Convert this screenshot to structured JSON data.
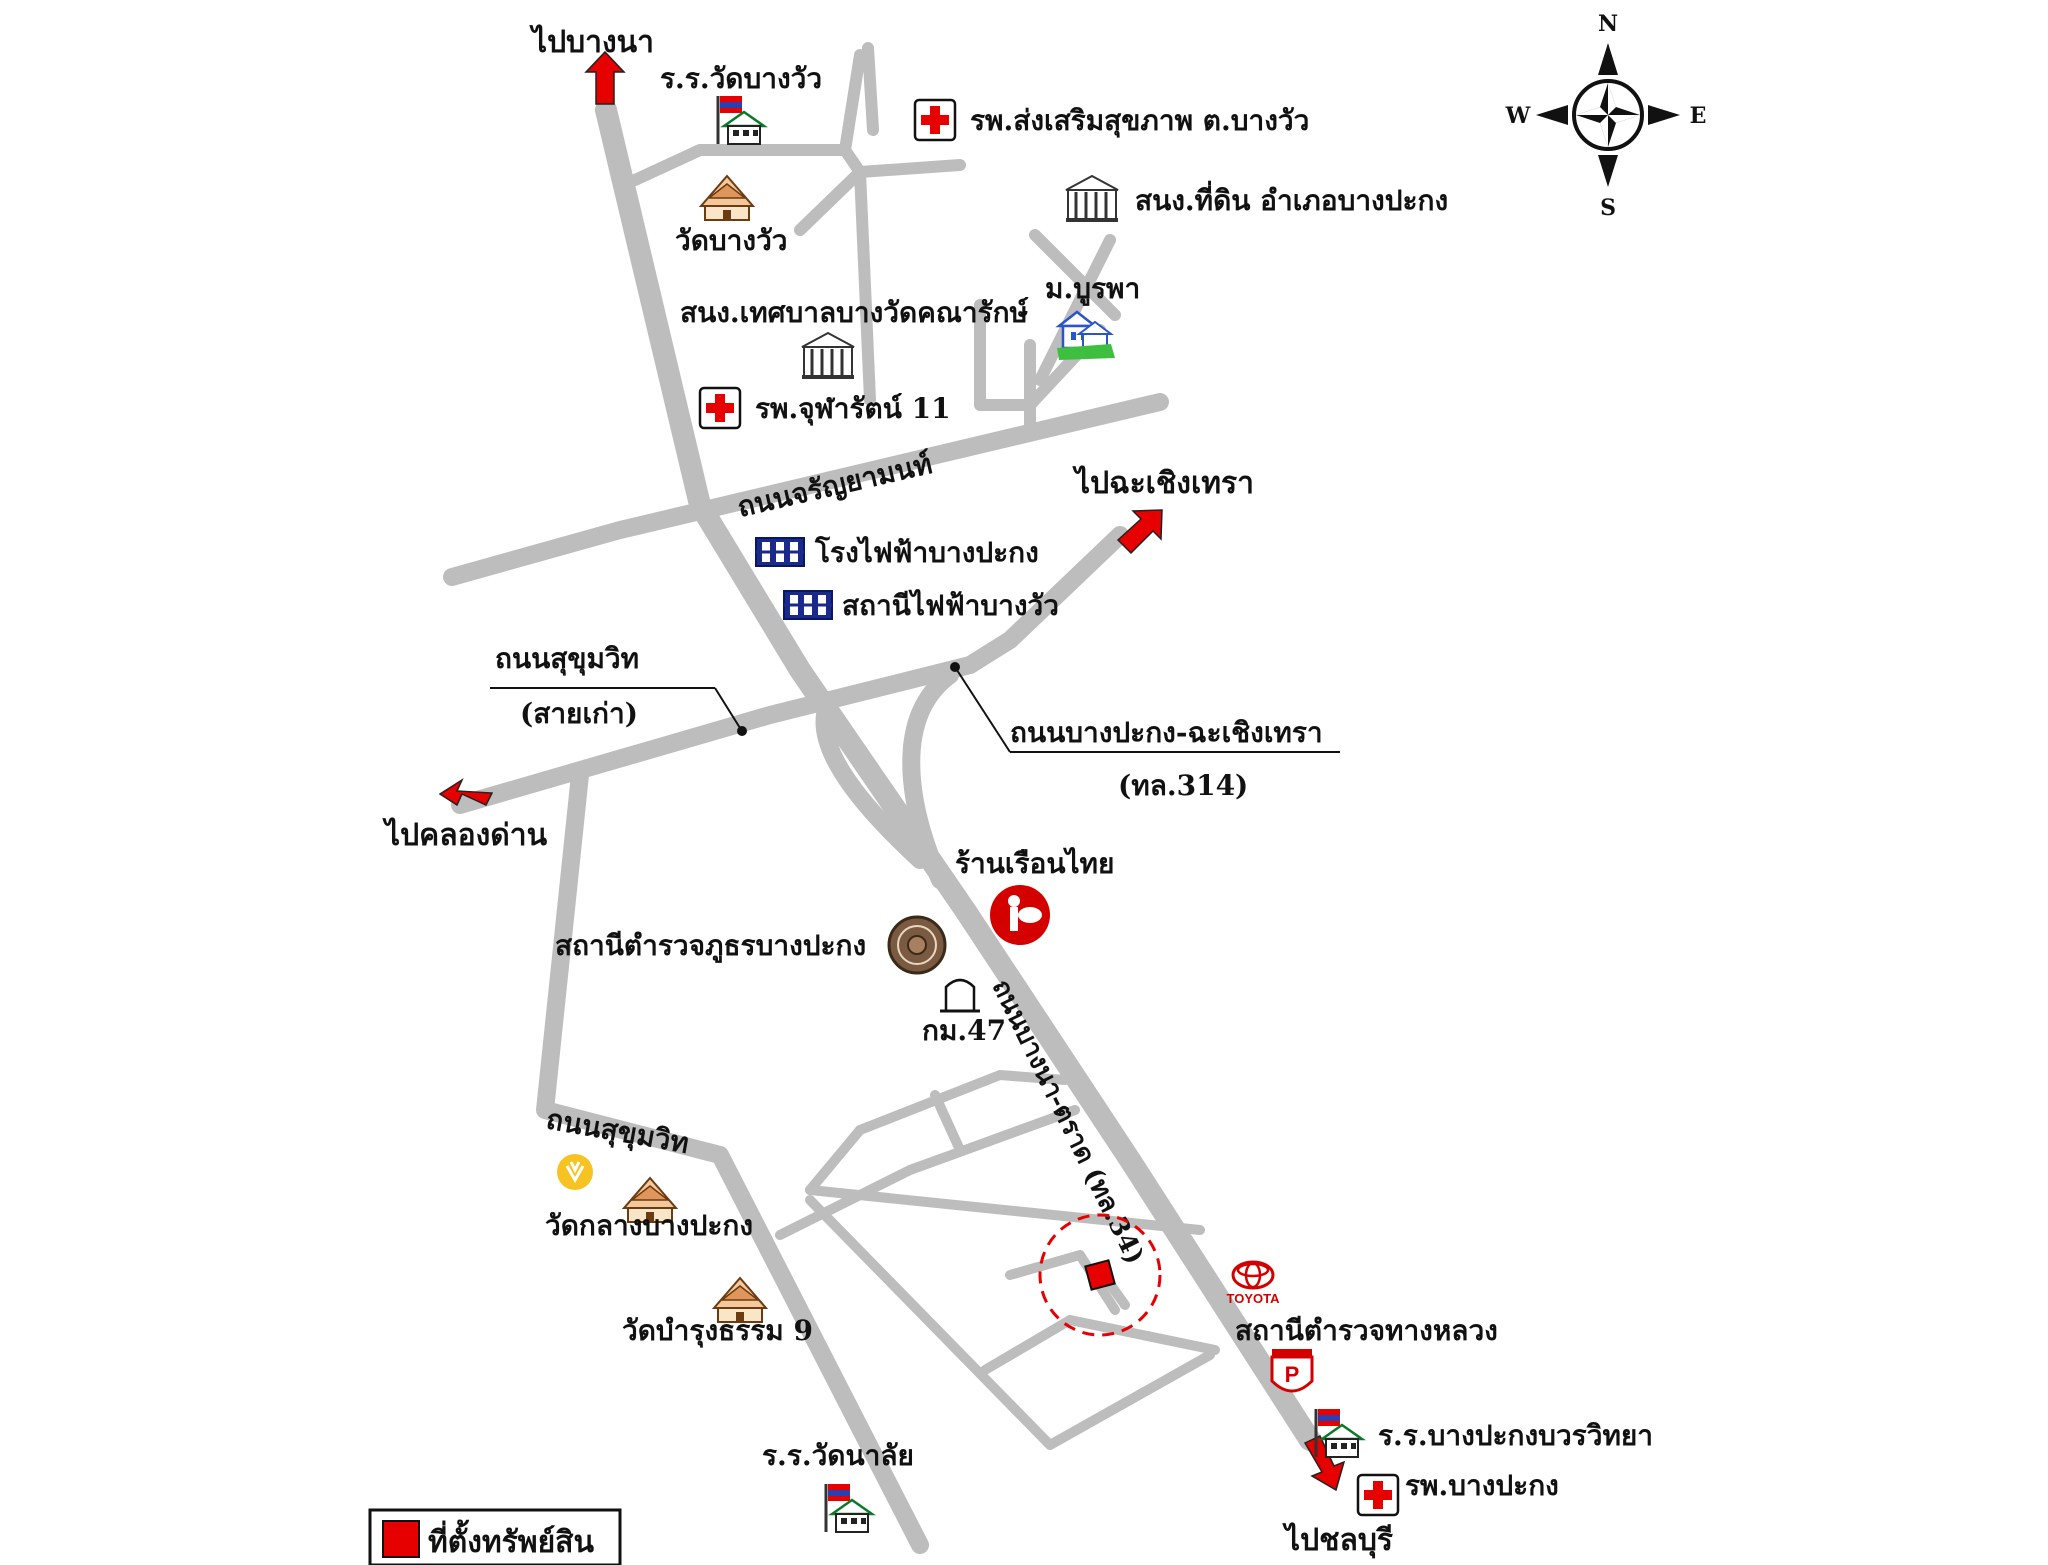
{
  "colors": {
    "road": "#bdbdbd",
    "arrow": "#e60000",
    "property": "#e60000",
    "text": "#111111",
    "power_icon": "#1a2a8c",
    "hospital_cross": "#e60000",
    "university_icon": "#2a55c8"
  },
  "compass": {
    "north": "N",
    "south": "S",
    "east": "E",
    "west": "W"
  },
  "directions": {
    "bangna": "ไปบางนา",
    "chachoengsao": "ไปฉะเชิงเทรา",
    "khlongdan": "ไปคลองด่าน",
    "chonburi": "ไปชลบุรี"
  },
  "roads": {
    "charoenyamanut": "ถนนจรัญยามนท์",
    "sukhumvit_old_line1": "ถนนสุขุมวิท",
    "sukhumvit_old_line2": "(สายเก่า)",
    "bangpakong_chachoengsao_line1": "ถนนบางปะกง-ฉะเชิงเทรา",
    "bangpakong_chachoengsao_line2": "(ทล.314)",
    "bangna_trad": "ถนนบางนา-ตราด (ทล.34)",
    "sukhumvit": "ถนนสุขุมวิท"
  },
  "places": {
    "school_wat_bangwua": "ร.ร.วัดบางวัว",
    "wat_bangwua": "วัดบางวัว",
    "health_center": "รพ.ส่งเสริมสุขภาพ ต.บางวัว",
    "land_office": "สนง.ที่ดิน อำเภอบางปะกง",
    "burapha_university": "ม.บูรพา",
    "municipal_office": "สนง.เทศบาลบางวัดคณารักษ์",
    "chularat_hospital": "รพ.จุฬารัตน์ 11",
    "power_plant": "โรงไฟฟ้าบางปะกง",
    "power_station": "สถานีไฟฟ้าบางวัว",
    "ruean_thai_shop": "ร้านเรือนไทย",
    "police_station": "สถานีตำรวจภูธรบางปะกง",
    "km_marker": "กม.47",
    "wat_klang_bangpakong": "วัดกลางบางปะกง",
    "wat_bamrung_tham": "วัดบำรุงธรรม 9",
    "school_wat_nalai": "ร.ร.วัดนาลัย",
    "toyota": "TOYOTA",
    "highway_police": "สถานีตำรวจทางหลวง",
    "school_bangpakong_bowon": "ร.ร.บางปะกงบวรวิทยา",
    "bangpakong_hospital": "รพ.บางปะกง"
  },
  "legend": {
    "property_label": "ที่ตั้งทรัพย์สิน"
  }
}
